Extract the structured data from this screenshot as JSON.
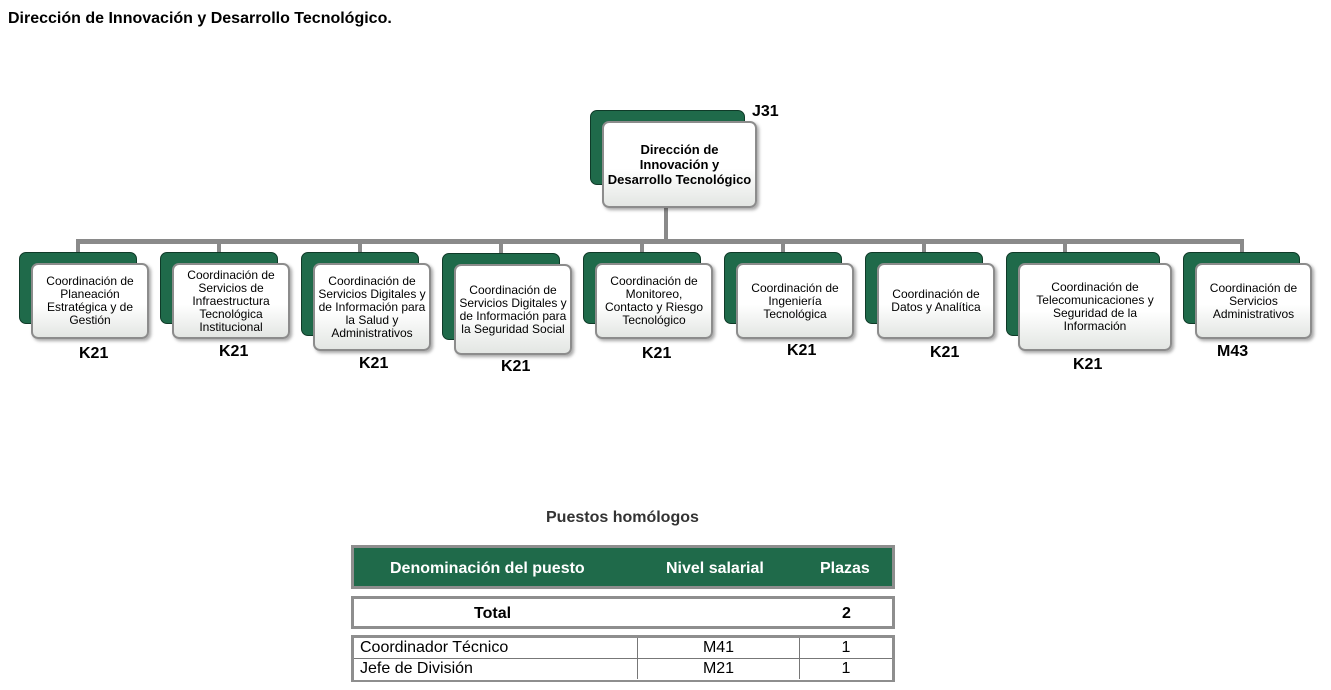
{
  "page_title": "Dirección de Innovación y Desarrollo Tecnológico.",
  "org_chart": {
    "top": {
      "label": "Dirección de Innovación y Desarrollo Tecnológico",
      "level": "J31"
    },
    "children": [
      {
        "label": "Coordinación de Planeación Estratégica y de Gestión",
        "level": "K21"
      },
      {
        "label": "Coordinación de Servicios de Infraestructura Tecnológica Institucional",
        "level": "K21"
      },
      {
        "label": "Coordinación de Servicios Digitales y de Información para la Salud y Administrativos",
        "level": "K21"
      },
      {
        "label": "Coordinación de Servicios Digitales y de Información para la Seguridad Social",
        "level": "K21"
      },
      {
        "label": "Coordinación de Monitoreo, Contacto y Riesgo Tecnológico",
        "level": "K21"
      },
      {
        "label": "Coordinación de Ingeniería Tecnológica",
        "level": "K21"
      },
      {
        "label": "Coordinación de Datos y Analítica",
        "level": "K21"
      },
      {
        "label": "Coordinación de Telecomunicaciones y Seguridad de la Información",
        "level": "K21"
      },
      {
        "label": "Coordinación de Servicios Administrativos",
        "level": "M43"
      }
    ]
  },
  "table": {
    "title": "Puestos homólogos",
    "headers": [
      "Denominación del puesto",
      "Nivel salarial",
      "Plazas"
    ],
    "total_label": "Total",
    "total_value": "2",
    "rows": [
      {
        "puesto": "Coordinador Técnico",
        "nivel": "M41",
        "plazas": "1"
      },
      {
        "puesto": "Jefe de División",
        "nivel": "M21",
        "plazas": "1"
      }
    ]
  },
  "colors": {
    "box_back": "#1f6a4a",
    "header_bg": "#1f6a4a",
    "connector": "#8a8a8a",
    "border": "#8e8e8e"
  }
}
